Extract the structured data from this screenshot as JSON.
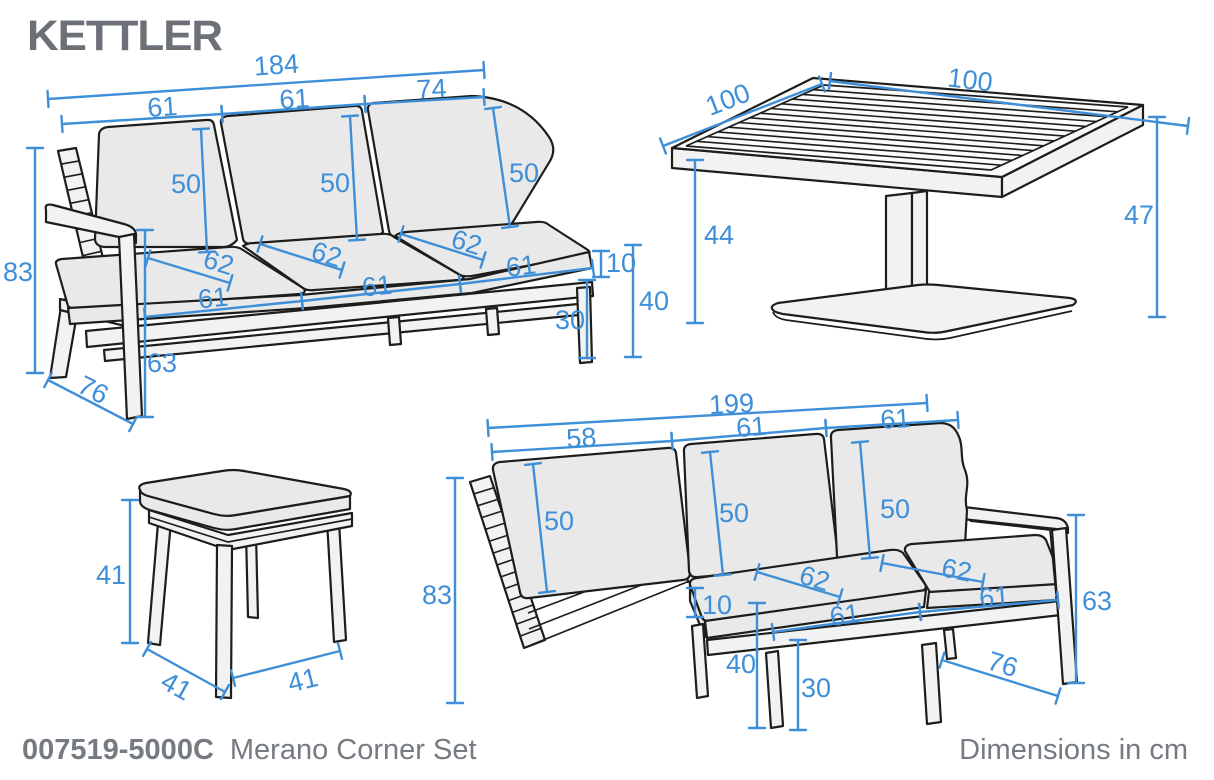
{
  "brand": "KETTLER",
  "footer": {
    "sku": "007519-5000C",
    "product": "Merano Corner Set",
    "units": "Dimensions in cm"
  },
  "colors": {
    "dimension_blue": "#3f8fd8",
    "outline_ink": "#1d1d1b",
    "cushion_fill": "#e9e9e9",
    "footer_gray": "#767b82",
    "logo_gray": "#6c7077"
  },
  "sofa_left": {
    "total_width": "184",
    "back_widths": [
      "61",
      "61",
      "74"
    ],
    "back_cushion_heights": [
      "50",
      "50",
      "50"
    ],
    "overall_height": "83",
    "arm_height": "63",
    "depth": "76",
    "seat_depths": [
      "62",
      "62",
      "62"
    ],
    "seat_widths": [
      "61",
      "61",
      "61"
    ],
    "cushion_thickness": "10",
    "seat_height": "40",
    "frame_height": "30"
  },
  "table": {
    "top_depth": "100",
    "top_width": "100",
    "height_to_frame": "44",
    "total_height": "47"
  },
  "stool": {
    "height": "41",
    "base_depth": "41",
    "base_width": "41"
  },
  "sofa_corner": {
    "total_width": "199",
    "back_widths": [
      "58",
      "61",
      "61"
    ],
    "back_cushion_heights": [
      "50",
      "50",
      "50"
    ],
    "overall_height": "83",
    "cushion_thickness": "10",
    "seat_height": "40",
    "frame_height": "30",
    "seat_depths": [
      "62",
      "62"
    ],
    "seat_widths": [
      "61",
      "61"
    ],
    "arm_height": "63",
    "depth": "76"
  }
}
